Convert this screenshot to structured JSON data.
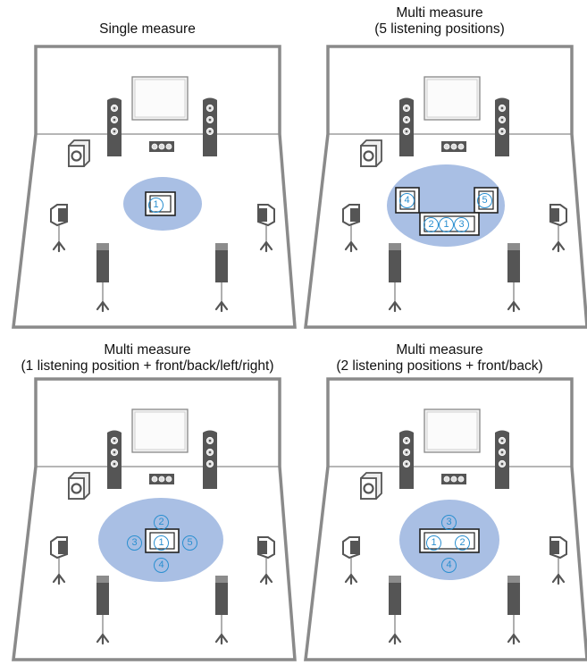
{
  "panels": [
    {
      "title": [
        "Single measure"
      ],
      "positions": [
        "1"
      ]
    },
    {
      "title": [
        "Multi measure",
        "(5 listening positions)"
      ],
      "positions": [
        "4",
        "5",
        "2",
        "1",
        "3"
      ]
    },
    {
      "title": [
        "Multi measure",
        "(1 listening position + front/back/left/right)"
      ],
      "positions": [
        "2",
        "3",
        "1",
        "5",
        "4"
      ]
    },
    {
      "title": [
        "Multi measure",
        "(2 listening positions + front/back)"
      ],
      "positions": [
        "3",
        "1",
        "2",
        "4"
      ]
    }
  ],
  "colors": {
    "room_line": "#8a8a8a",
    "listening_area": "#a9bfe4",
    "position_marker": "#2a8fd0",
    "speaker": "#555555"
  }
}
